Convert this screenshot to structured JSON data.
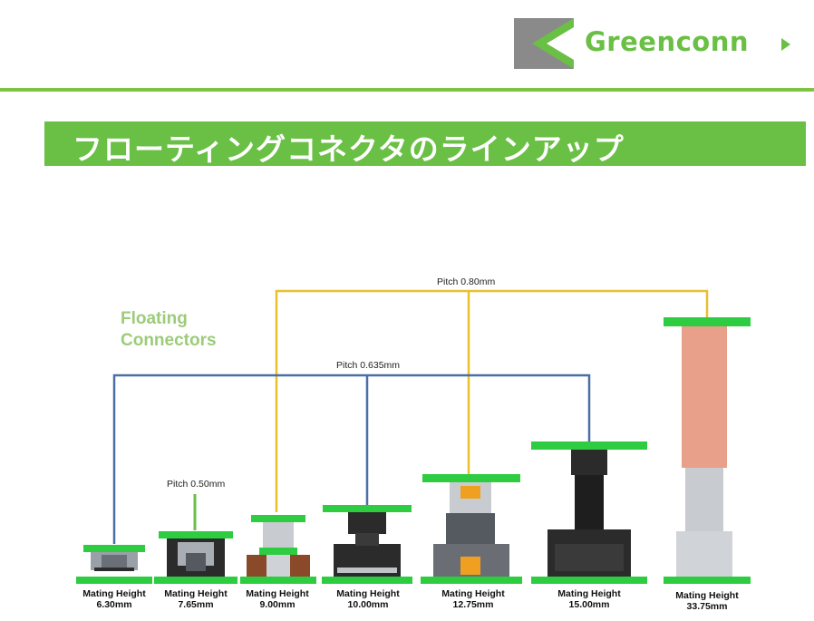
{
  "header": {
    "brand_name": "Greenconn",
    "accent_color": "#6abf45"
  },
  "banner": {
    "title": "フローティングコネクタのラインアップ"
  },
  "diagram": {
    "section_label_line1": "Floating",
    "section_label_line2": "Connectors",
    "pitch_080": "Pitch 0.80mm",
    "pitch_0635": "Pitch 0.635mm",
    "pitch_050": "Pitch 0.50mm",
    "connectors": [
      {
        "label": "Mating Height",
        "height": "6.30mm"
      },
      {
        "label": "Mating Height",
        "height": "7.65mm"
      },
      {
        "label": "Mating Height",
        "height": "9.00mm"
      },
      {
        "label": "Mating Height",
        "height": "10.00mm"
      },
      {
        "label": "Mating Height",
        "height": "12.75mm"
      },
      {
        "label": "Mating Height",
        "height": "15.00mm"
      },
      {
        "label": "Mating Height",
        "height": "33.75mm"
      }
    ],
    "colors": {
      "pitch_080_line": "#e8c030",
      "pitch_0635_line": "#4a6fa5",
      "pitch_050_line": "#6abf45",
      "pcb_green": "#2ecc40"
    }
  }
}
